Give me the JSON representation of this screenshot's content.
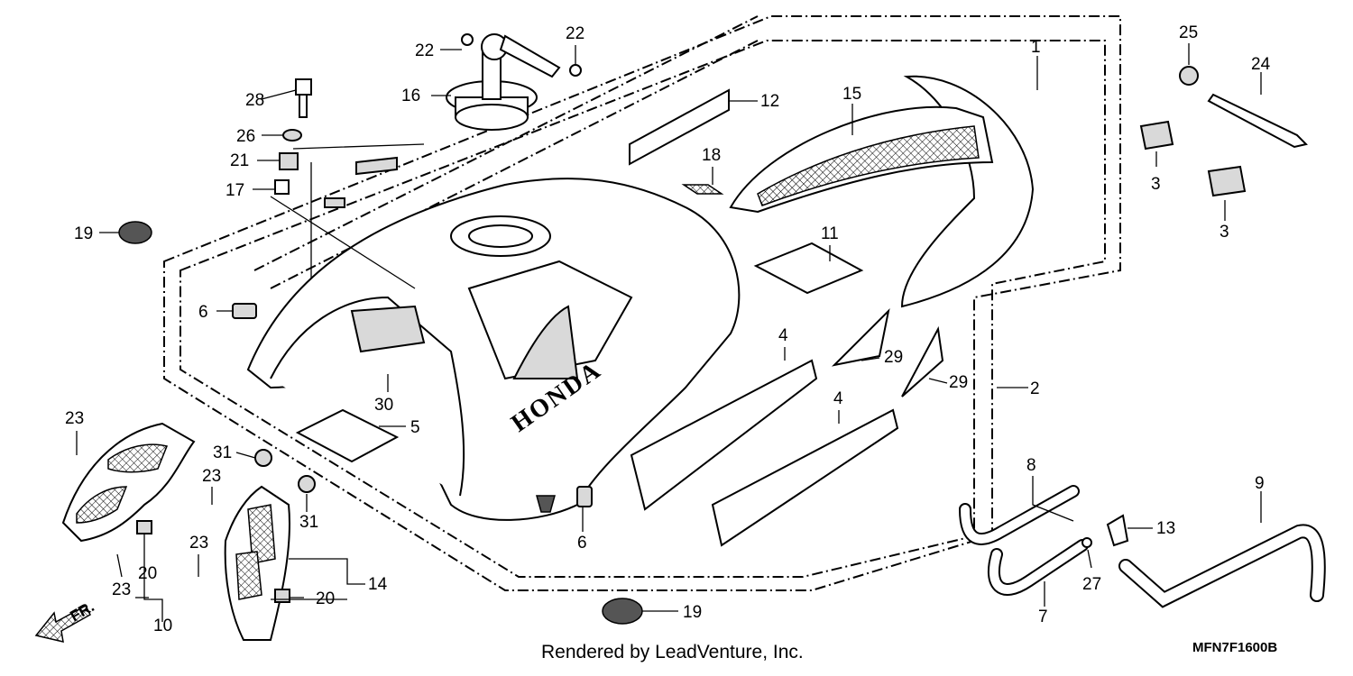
{
  "diagram": {
    "callouts": {
      "c1": "1",
      "c2": "2",
      "c3a": "3",
      "c3b": "3",
      "c4a": "4",
      "c4b": "4",
      "c5": "5",
      "c6a": "6",
      "c6b": "6",
      "c7": "7",
      "c8": "8",
      "c9": "9",
      "c10": "10",
      "c11": "11",
      "c12": "12",
      "c13": "13",
      "c14": "14",
      "c15": "15",
      "c16": "16",
      "c17": "17",
      "c18": "18",
      "c19a": "19",
      "c19b": "19",
      "c20a": "20",
      "c20b": "20",
      "c21": "21",
      "c22a": "22",
      "c22b": "22",
      "c23a": "23",
      "c23b": "23",
      "c23c": "23",
      "c23d": "23",
      "c24": "24",
      "c25": "25",
      "c26": "26",
      "c27": "27",
      "c28": "28",
      "c29a": "29",
      "c29b": "29",
      "c30": "30",
      "c31a": "31",
      "c31b": "31"
    },
    "tank_brand": "HONDA",
    "front_arrow": "FR.",
    "footer_text": "Rendered by LeadVenture, Inc.",
    "diagram_code": "MFN7F1600B"
  }
}
